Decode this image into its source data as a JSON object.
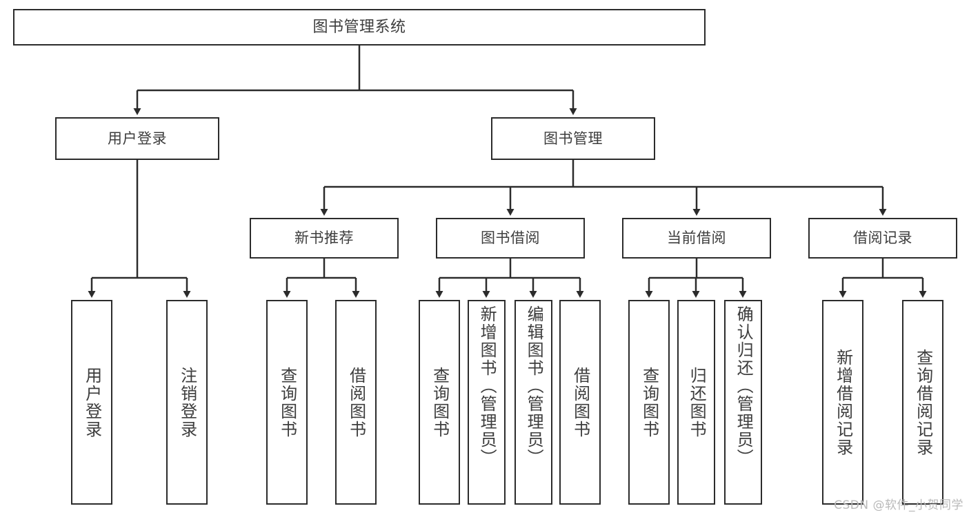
{
  "diagram": {
    "title": "图书管理系统",
    "type": "tree",
    "colors": {
      "box_border": "#2b2b2b",
      "box_fill": "#ffffff",
      "edge": "#2b2b2b",
      "text": "#3d3d3d",
      "watermark": "#b9b9b9"
    },
    "root": {
      "label": "图书管理系统"
    },
    "level2": [
      {
        "label": "用户登录"
      },
      {
        "label": "图书管理"
      }
    ],
    "level3": [
      {
        "label": "新书推荐"
      },
      {
        "label": "图书借阅"
      },
      {
        "label": "当前借阅"
      },
      {
        "label": "借阅记录"
      }
    ],
    "leaves": {
      "user_login": [
        {
          "label": "用户登录"
        },
        {
          "label": "注销登录"
        }
      ],
      "new_book_recommend": [
        {
          "label": "查询图书"
        },
        {
          "label": "借阅图书"
        }
      ],
      "book_borrow": [
        {
          "label": "查询图书"
        },
        {
          "label": "新增图书（管理员）"
        },
        {
          "label": "编辑图书（管理员）"
        },
        {
          "label": "借阅图书"
        }
      ],
      "current_borrow": [
        {
          "label": "查询图书"
        },
        {
          "label": "归还图书"
        },
        {
          "label": "确认归还（管理员）"
        }
      ],
      "borrow_record": [
        {
          "label": "新增借阅记录"
        },
        {
          "label": "查询借阅记录"
        }
      ]
    }
  },
  "watermark": {
    "text": "CSDN @软件_小贺同学"
  }
}
